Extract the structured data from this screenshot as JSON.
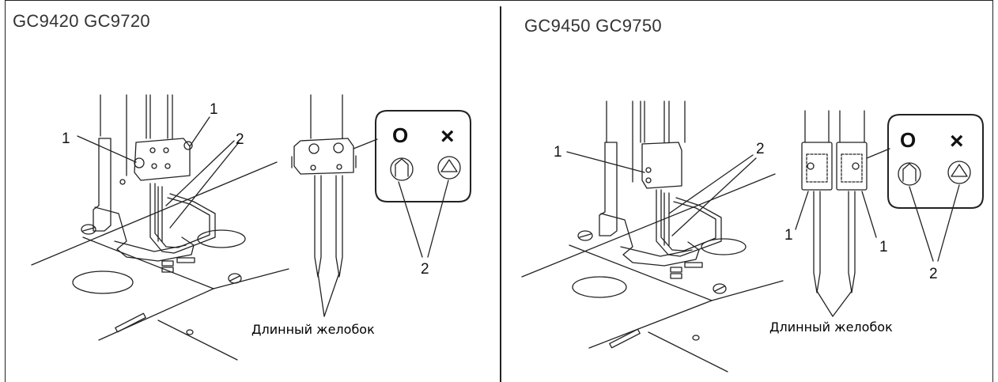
{
  "left_panel": {
    "title": "GC9420   GC9720",
    "callouts": [
      "1",
      "1",
      "2",
      "2"
    ],
    "legend": {
      "ok_symbol": "O",
      "ng_symbol": "×"
    },
    "caption": "Длинный желобок"
  },
  "right_panel": {
    "title": "GC9450   GC9750",
    "callouts": [
      "1",
      "2",
      "1",
      "1",
      "2"
    ],
    "legend": {
      "ok_symbol": "O",
      "ng_symbol": "×"
    },
    "caption": "Длинный желобок"
  }
}
